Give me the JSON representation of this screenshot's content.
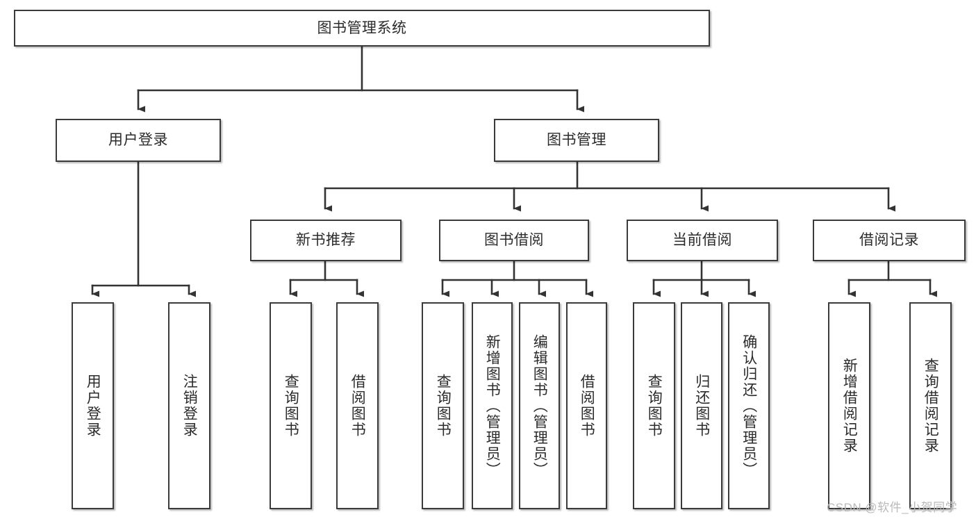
{
  "diagram": {
    "title": "图书管理系统",
    "type": "hierarchy-tree",
    "watermark": "CSDN @软件_小贺同学",
    "colors": {
      "box_border": "#3a3a3a",
      "box_fill": "#ffffff",
      "connector": "#333333",
      "text": "#2b2b2b",
      "watermark": "#b9b9b9",
      "background": "#ffffff"
    },
    "nodes": {
      "root": {
        "label": "图书管理系统",
        "orientation": "horizontal",
        "level": 1
      },
      "l2": [
        {
          "id": "user-login",
          "label": "用户登录",
          "orientation": "horizontal",
          "level": 2
        },
        {
          "id": "book-manage",
          "label": "图书管理",
          "orientation": "horizontal",
          "level": 2
        }
      ],
      "l3": [
        {
          "id": "new-book-recommend",
          "label": "新书推荐",
          "orientation": "horizontal",
          "level": 3,
          "parent": "book-manage"
        },
        {
          "id": "book-borrow",
          "label": "图书借阅",
          "orientation": "horizontal",
          "level": 3,
          "parent": "book-manage"
        },
        {
          "id": "current-borrow",
          "label": "当前借阅",
          "orientation": "horizontal",
          "level": 3,
          "parent": "book-manage"
        },
        {
          "id": "borrow-record",
          "label": "借阅记录",
          "orientation": "horizontal",
          "level": 3,
          "parent": "book-manage"
        }
      ],
      "leaves": [
        {
          "id": "leaf-user-login",
          "label": "用户登录",
          "orientation": "vertical",
          "parent": "user-login"
        },
        {
          "id": "leaf-logout-login",
          "label": "注销登录",
          "orientation": "vertical",
          "parent": "user-login"
        },
        {
          "id": "leaf-query-book-1",
          "label": "查询图书",
          "orientation": "vertical",
          "parent": "new-book-recommend"
        },
        {
          "id": "leaf-borrow-book-1",
          "label": "借阅图书",
          "orientation": "vertical",
          "parent": "new-book-recommend"
        },
        {
          "id": "leaf-query-book-2",
          "label": "查询图书",
          "orientation": "vertical",
          "parent": "book-borrow"
        },
        {
          "id": "leaf-add-book-admin",
          "label": "新增图书（管理员）",
          "orientation": "vertical",
          "parent": "book-borrow"
        },
        {
          "id": "leaf-edit-book-admin",
          "label": "编辑图书（管理员）",
          "orientation": "vertical",
          "parent": "book-borrow"
        },
        {
          "id": "leaf-borrow-book-2",
          "label": "借阅图书",
          "orientation": "vertical",
          "parent": "book-borrow"
        },
        {
          "id": "leaf-query-book-3",
          "label": "查询图书",
          "orientation": "vertical",
          "parent": "current-borrow"
        },
        {
          "id": "leaf-return-book",
          "label": "归还图书",
          "orientation": "vertical",
          "parent": "current-borrow"
        },
        {
          "id": "leaf-confirm-return-admin",
          "label": "确认归还（管理员）",
          "orientation": "vertical",
          "parent": "current-borrow"
        },
        {
          "id": "leaf-add-borrow-record",
          "label": "新增借阅记录",
          "orientation": "vertical",
          "parent": "borrow-record"
        },
        {
          "id": "leaf-query-borrow-record",
          "label": "查询借阅记录",
          "orientation": "vertical",
          "parent": "borrow-record"
        }
      ]
    }
  }
}
